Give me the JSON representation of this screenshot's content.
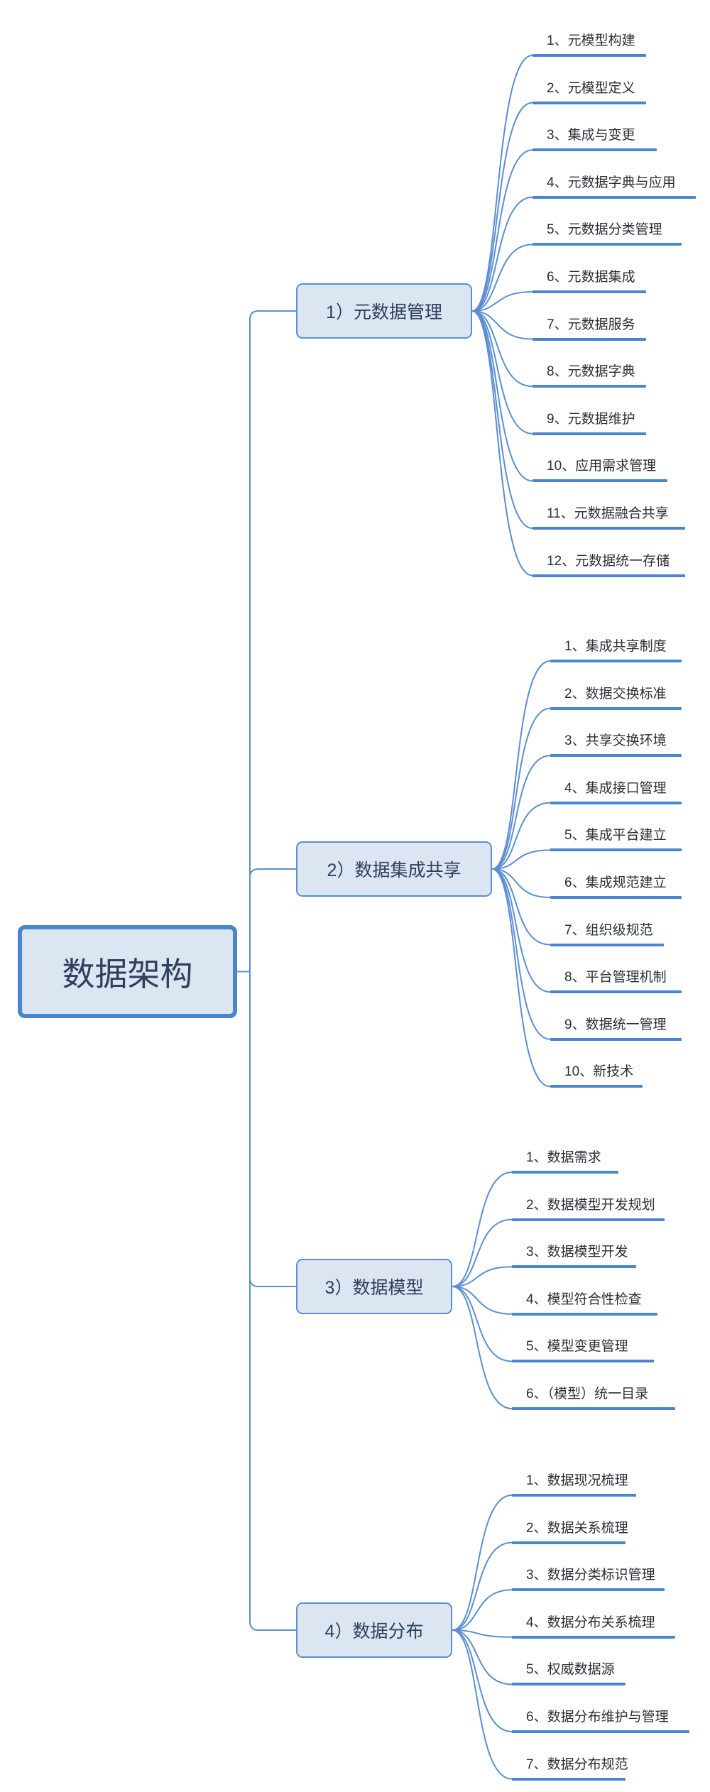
{
  "diagram": {
    "root": {
      "label": "数据架构"
    },
    "branches": [
      {
        "label": "1）元数据管理",
        "leaves": [
          "1、元模型构建",
          "2、元模型定义",
          "3、集成与变更",
          "4、元数据字典与应用",
          "5、元数据分类管理",
          "6、元数据集成",
          "7、元数据服务",
          "8、元数据字典",
          "9、元数据维护",
          "10、应用需求管理",
          "11、元数据融合共享",
          "12、元数据统一存储"
        ]
      },
      {
        "label": "2）数据集成共享",
        "leaves": [
          "1、集成共享制度",
          "2、数据交换标准",
          "3、共享交换环境",
          "4、集成接口管理",
          "5、集成平台建立",
          "6、集成规范建立",
          "7、组织级规范",
          "8、平台管理机制",
          "9、数据统一管理",
          "10、新技术"
        ]
      },
      {
        "label": "3）数据模型",
        "leaves": [
          "1、数据需求",
          "2、数据模型开发规划",
          "3、数据模型开发",
          "4、模型符合性检查",
          "5、模型变更管理",
          "6、（模型）统一目录"
        ]
      },
      {
        "label": "4）数据分布",
        "leaves": [
          "1、数据现况梳理",
          "2、数据关系梳理",
          "3、数据分类标识管理",
          "4、数据分布关系梳理",
          "5、权威数据源",
          "6、数据分布维护与管理",
          "7、数据分布规范"
        ]
      }
    ],
    "colors": {
      "line": "#5b8fd1",
      "underline": "#4a86cf",
      "node_fill": "#dce6f2",
      "node_text": "#2e3f5f",
      "leaf_text": "#2b2f36"
    }
  }
}
